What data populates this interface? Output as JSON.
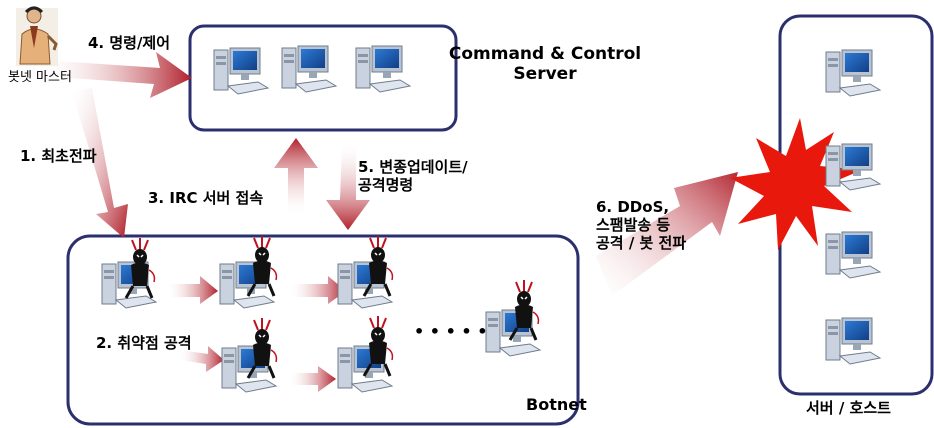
{
  "labels": {
    "botnet_master": "봇넷 마스터",
    "command_control": "4. 명령/제어",
    "initial_spread": "1. 최초전파",
    "cc_server": "Command & Control\nServer",
    "irc_connect": "3. IRC 서버 접속",
    "variant_update": "5. 변종업데이트/\n공격명령",
    "exploit": "2. 취약점 공격",
    "ellipsis": "• • • • •",
    "botnet": "Botnet",
    "ddos": "6. DDoS,\n스팸발송 등\n공격 / 봇 전파",
    "target_hosts": "서버 / 호스트"
  },
  "colors": {
    "box_border": "#2b2f6e",
    "arrow_red": "#b01e2a",
    "burst_red": "#e8180c",
    "monitor_blue": "#1f5fb0",
    "case_gray": "#c9d2de"
  },
  "icons": {
    "master": "person-icon",
    "computer": "computer-icon",
    "bot": "devil-bot-icon",
    "burst": "explosion-icon"
  }
}
